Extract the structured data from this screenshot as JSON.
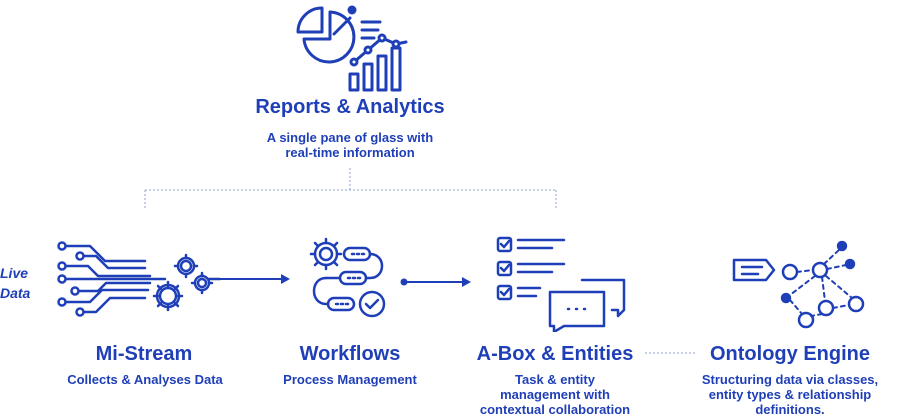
{
  "top": {
    "title": "Reports & Analytics",
    "subtitle_line1": "A single pane of glass with",
    "subtitle_line2": "real-time information",
    "icon": "reports-analytics-icon"
  },
  "input_label": {
    "line1": "Live",
    "line2": "Data"
  },
  "nodes": [
    {
      "title": "Mi-Stream",
      "description": [
        "Collects & Analyses Data"
      ],
      "icon": "data-stream-gears-icon"
    },
    {
      "title": "Workflows",
      "description": [
        "Process Management"
      ],
      "icon": "workflow-gears-icon"
    },
    {
      "title": "A-Box & Entities",
      "description": [
        "Task & entity",
        "management with",
        "contextual collaboration"
      ],
      "icon": "checklist-chat-icon"
    },
    {
      "title": "Ontology Engine",
      "description": [
        "Structuring data via classes,",
        "entity types & relationship",
        "definitions."
      ],
      "icon": "ontology-graph-icon"
    }
  ],
  "colors": {
    "primary": "#1f3fb8",
    "connector": "#8fa0c8",
    "background": "#ffffff"
  }
}
